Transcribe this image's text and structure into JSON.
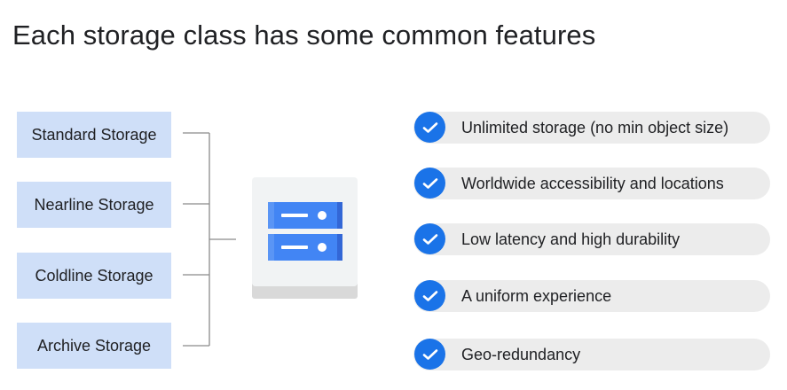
{
  "title": "Each storage class has some common features",
  "storage_classes": [
    {
      "label": "Standard Storage"
    },
    {
      "label": "Nearline Storage"
    },
    {
      "label": "Coldline Storage"
    },
    {
      "label": "Archive Storage"
    }
  ],
  "center_icon": "storage-server-icon",
  "features": [
    {
      "label": "Unlimited storage (no min object size)",
      "icon": "check-circle-icon"
    },
    {
      "label": "Worldwide accessibility and locations",
      "icon": "check-circle-icon"
    },
    {
      "label": "Low latency and high durability",
      "icon": "check-circle-icon"
    },
    {
      "label": "A uniform experience",
      "icon": "check-circle-icon"
    },
    {
      "label": "Geo-redundancy",
      "icon": "check-circle-icon"
    }
  ],
  "colors": {
    "class_box_bg": "#cfdff8",
    "feature_pill_bg": "#ececec",
    "check_blue": "#1a73e8",
    "server_tile": "#f1f3f4",
    "server_drive": "#4285f4"
  }
}
